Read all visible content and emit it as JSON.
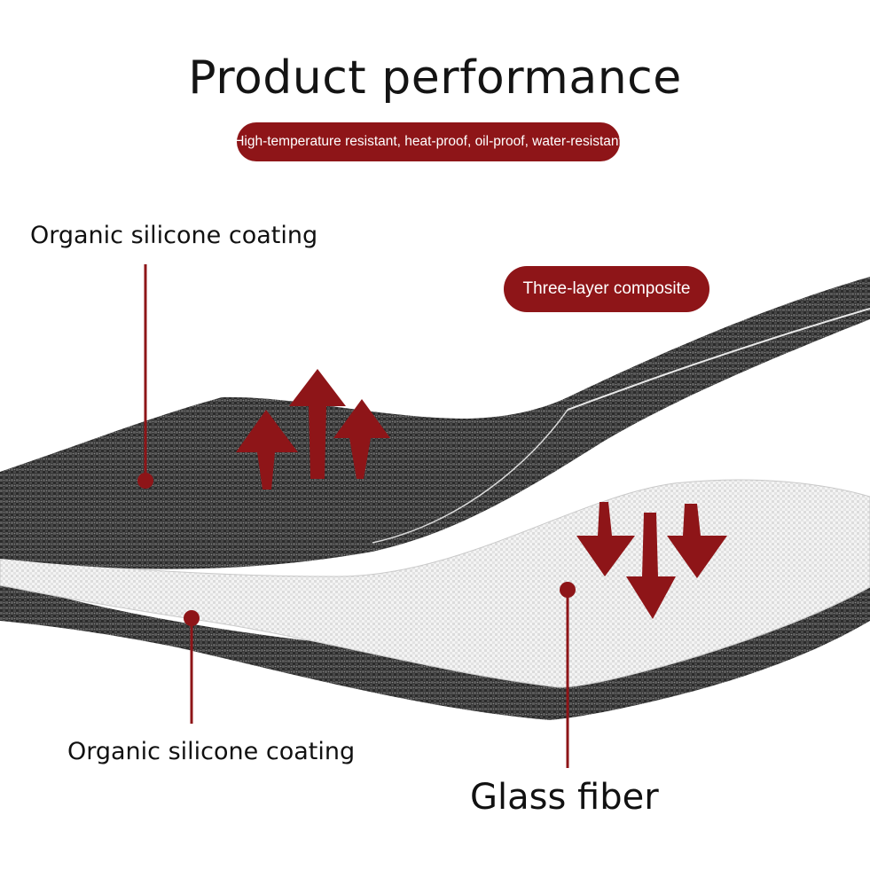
{
  "title": "Product performance",
  "subtitle": "High-temperature resistant, heat-proof, oil-proof, water-resistant",
  "badge": "Three-layer composite",
  "labels": {
    "top_coating": "Organic silicone coating",
    "bottom_coating": "Organic silicone coating",
    "core": "Glass fiber"
  },
  "colors": {
    "accent": "#8e1518",
    "coating_dark": "#2a2a2a",
    "fiber_light": "#ececec"
  },
  "icons": {
    "up_arrows": "arrow-up-icon",
    "down_arrows": "arrow-down-icon"
  }
}
